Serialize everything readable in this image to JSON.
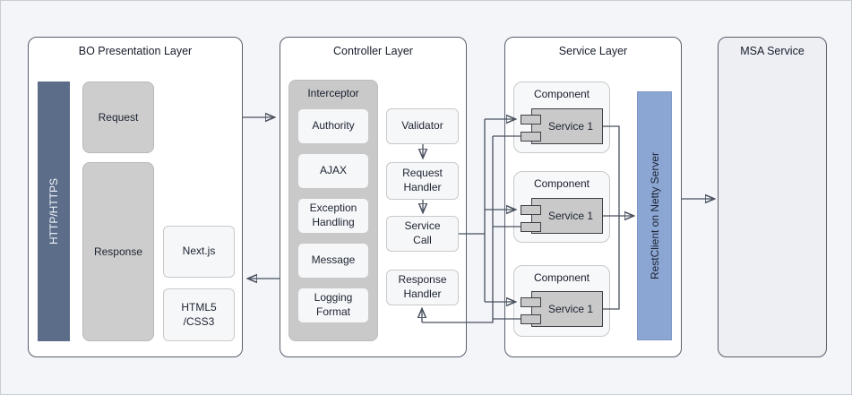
{
  "colors": {
    "background": "#f3f5f9",
    "layer_fill": "#ffffff",
    "layer_border": "#5a5f6b",
    "http_bar_fill": "#5c6d8a",
    "rest_client_bar_fill": "#8ca6d4",
    "gray_node_fill": "#cdcdcd",
    "light_node_fill": "#f6f7f9",
    "msa_fill": "#edeff3",
    "connector": "#49505e"
  },
  "bo_layer": {
    "title": "BO Presentation Layer",
    "http_bar_label": "HTTP/HTTPS",
    "request_label": "Request",
    "response_label": "Response",
    "nextjs": {
      "lines": [
        "Next.js"
      ]
    },
    "html5": {
      "lines": [
        "HTML5",
        "/CSS3"
      ]
    }
  },
  "controller_layer": {
    "title": "Controller Layer",
    "interceptor": {
      "title": "Interceptor",
      "items": [
        {
          "lines": [
            "Authority"
          ]
        },
        {
          "lines": [
            "AJAX"
          ]
        },
        {
          "lines": [
            "Exception",
            "Handling"
          ]
        },
        {
          "lines": [
            "Message"
          ]
        },
        {
          "lines": [
            "Logging",
            "Format"
          ]
        }
      ]
    },
    "pipeline": [
      {
        "lines": [
          "Validator"
        ]
      },
      {
        "lines": [
          "Request",
          "Handler"
        ]
      },
      {
        "lines": [
          "Service",
          "Call"
        ]
      },
      {
        "lines": [
          "Response",
          "Handler"
        ]
      }
    ]
  },
  "service_layer": {
    "title": "Service Layer",
    "components": [
      {
        "title": "Component",
        "service_label": "Service 1"
      },
      {
        "title": "Component",
        "service_label": "Service 1"
      },
      {
        "title": "Component",
        "service_label": "Service 1"
      }
    ],
    "rest_client_bar_label": "RestClient on Netty Server"
  },
  "msa_layer": {
    "title": "MSA Service"
  }
}
